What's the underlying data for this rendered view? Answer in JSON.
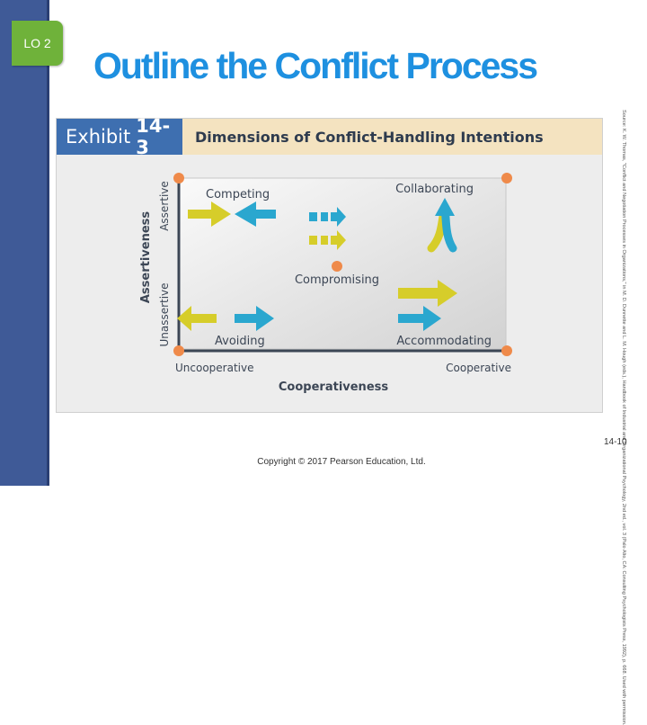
{
  "slide": {
    "lo_badge": "LO 2",
    "title": "Outline the Conflict Process",
    "page_number": "14-10",
    "copyright": "Copyright © 2017 Pearson Education, Ltd."
  },
  "exhibit": {
    "tag_word": "Exhibit",
    "tag_number": "14-3",
    "heading": "Dimensions of Conflict-Handling Intentions",
    "y_axis_title": "Assertiveness",
    "y_high": "Assertive",
    "y_low": "Unassertive",
    "x_axis_title": "Cooperativeness",
    "x_low": "Uncooperative",
    "x_high": "Cooperative",
    "styles": {
      "competing": "Competing",
      "collaborating": "Collaborating",
      "compromising": "Compromising",
      "avoiding": "Avoiding",
      "accommodating": "Accommodating"
    },
    "source_note": "Source: K. W. Thomas, \"Conflict and Negotiation Processes in Organizations,\" in M. D. Dunnette and L. M. Hough (eds.), Handbook of Industrial and Organizational Psychology, 2nd ed., vol. 3 (Palo Alto, CA: Consulting Psychologists Press, 1992), p. 668. Used with permission."
  },
  "colors": {
    "brand_blue": "#1e90e0",
    "left_bar": "#3f5a97",
    "lo_green": "#6fb23a",
    "arrow_yellow": "#d6cd2a",
    "arrow_teal": "#2aa7cf",
    "corner_dot": "#ef8a4a",
    "axis_dark": "#3c4655"
  }
}
